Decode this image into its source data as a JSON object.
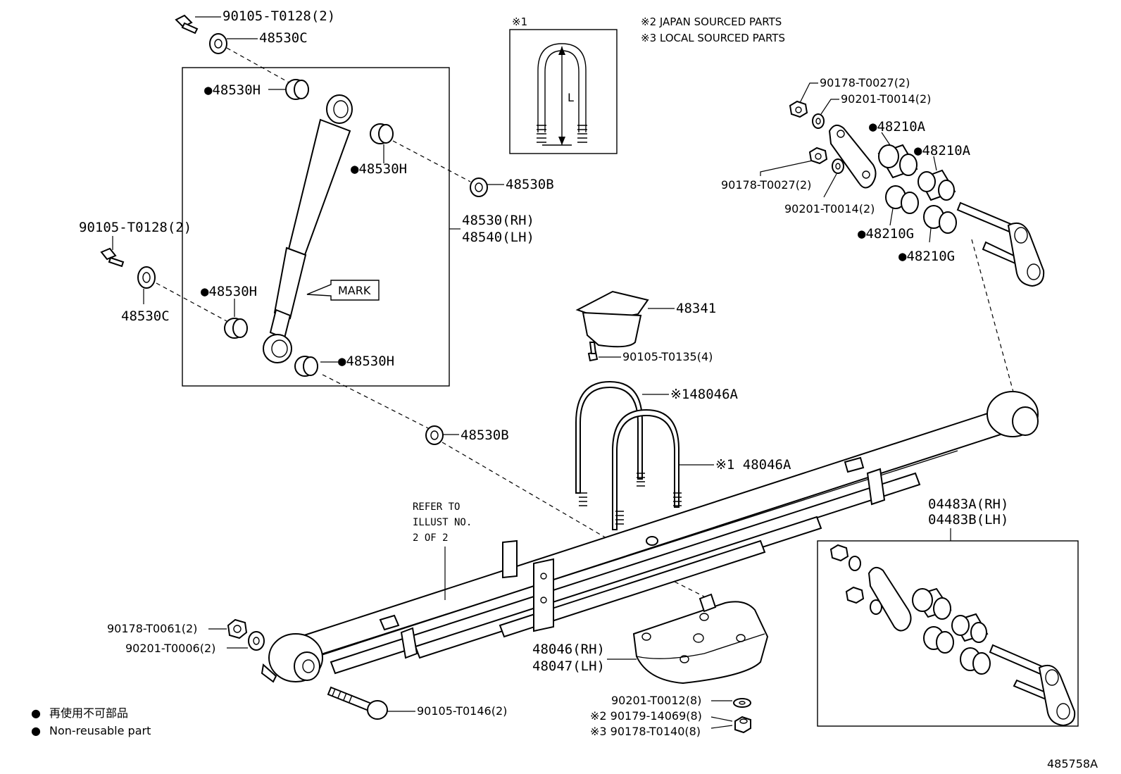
{
  "diagram_id": "485758A",
  "notes": {
    "ref1": "※1",
    "ref2": "※2 JAPAN SOURCED PARTS",
    "ref3": "※3 LOCAL SOURCED PARTS",
    "ubolt_dim": "L"
  },
  "mark_label": "MARK",
  "refer_text": [
    "REFER TO",
    "ILLUST NO.",
    "2 OF 2"
  ],
  "legend": {
    "bullet": "●",
    "jp": "再使用不可部品",
    "en": "Non-reusable part"
  },
  "labels": {
    "bolt_top": "90105-T0128(2)",
    "washer_top": "48530C",
    "bush_top_left": "●48530H",
    "bush_top_right": "●48530H",
    "washer_b_upper": "48530B",
    "shock_rh": "48530(RH)",
    "shock_lh": "48540(LH)",
    "bolt_left": "90105-T0128(2)",
    "washer_left": "48530C",
    "bush_low_left": "●48530H",
    "bush_low_right": "●48530H",
    "washer_b_lower": "48530B",
    "nut_top1": "90178-T0027(2)",
    "washer_top1": "90201-T0014(2)",
    "bush_a1": "●48210A",
    "bush_a2": "●48210A",
    "nut_top2": "90178-T0027(2)",
    "washer_top2": "90201-T0014(2)",
    "bush_g1": "●48210G",
    "bush_g2": "●48210G",
    "bumper": "48341",
    "bumper_bolt": "90105-T0135(4)",
    "ubolt1": "※148046A",
    "ubolt2": "※1 48046A",
    "shackle_rh": "04483A(RH)",
    "shackle_lh": "04483B(LH)",
    "nut_front": "90178-T0061(2)",
    "washer_front": "90201-T0006(2)",
    "front_bolt": "90105-T0146(2)",
    "seat_rh": "48046(RH)",
    "seat_lh": "48047(LH)",
    "washer_seat": "90201-T0012(8)",
    "nut_seat_jp": "※2 90179-14069(8)",
    "nut_seat_local": "※3 90178-T0140(8)"
  }
}
